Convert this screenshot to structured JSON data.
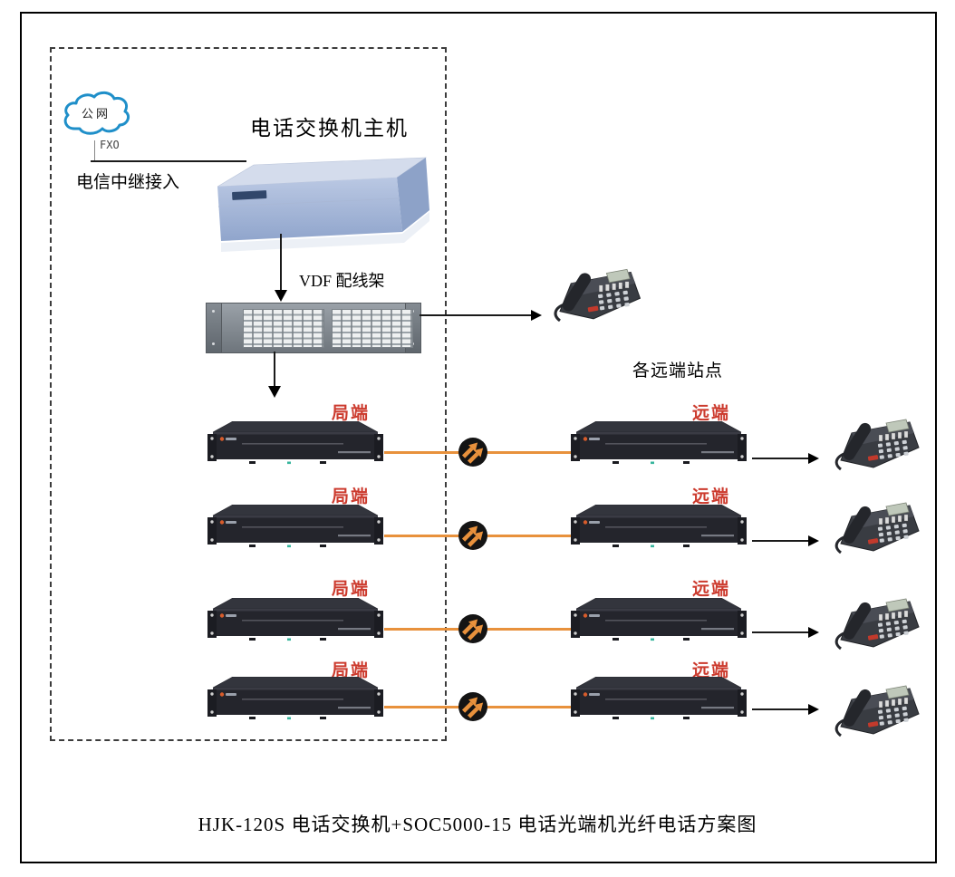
{
  "colors": {
    "row_label": "#cc3b2e",
    "fiber": "#e8913c",
    "cloud_stroke": "#1f8fc9"
  },
  "header": {
    "pbx_title": "电话交换机主机"
  },
  "network": {
    "cloud_label": "公网",
    "fxo_label": "FXO",
    "trunk_label": "电信中继接入",
    "vdf_label": "VDF 配线架",
    "remote_sites_label": "各远端站点"
  },
  "rows": [
    {
      "left_label": "局端",
      "right_label": "远端"
    },
    {
      "left_label": "局端",
      "right_label": "远端"
    },
    {
      "left_label": "局端",
      "right_label": "远端"
    },
    {
      "left_label": "局端",
      "right_label": "远端"
    }
  ],
  "caption": "HJK-120S 电话交换机+SOC5000-15 电话光端机光纤电话方案图"
}
